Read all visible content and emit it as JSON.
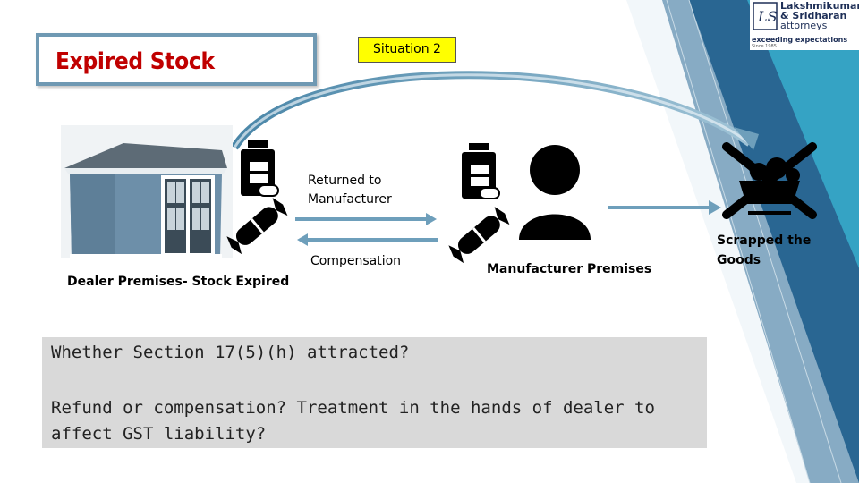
{
  "slide": {
    "title": "Expired Stock",
    "situation_label": "Situation 2",
    "dealer_label": "Dealer Premises- Stock Expired",
    "returned_label_line1": "Returned to",
    "returned_label_line2": "Manufacturer",
    "compensation_label": "Compensation",
    "manufacturer_label": "Manufacturer Premises",
    "scrapped_label_line1": "Scrapped the",
    "scrapped_label_line2": "Goods",
    "question_1": "Whether Section 17(5)(h) attracted?",
    "question_2": "Refund or compensation? Treatment in the hands of dealer to affect GST liability?"
  },
  "logo": {
    "line1": "Lakshmikumaran",
    "line2": "& Sridharan",
    "line3": "attorneys",
    "tagline": "exceeding expectations",
    "since": "Since 1985"
  },
  "colors": {
    "title_red": "#c00000",
    "highlight_yellow": "#ffff00",
    "arrow_blue": "#5b8fae",
    "question_box_gray": "#d9d9d9",
    "corner_teal": "#35a3c4"
  },
  "icons": [
    "shed-image",
    "medicine-bottle-icon",
    "capsule-icon",
    "person-icon",
    "scrapped-goods-icon"
  ]
}
